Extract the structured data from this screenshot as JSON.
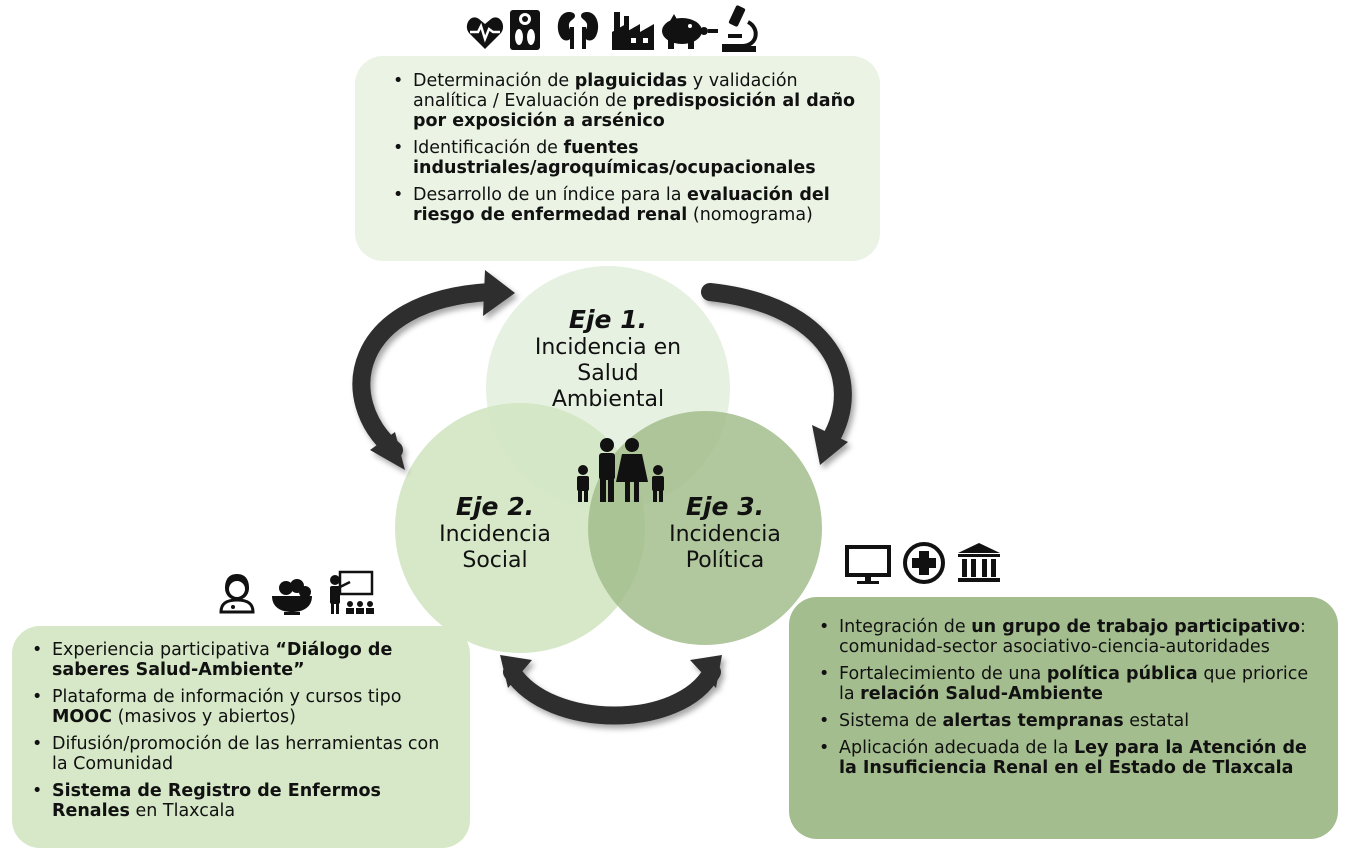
{
  "axes": [
    {
      "title": "Eje 1.",
      "lines": [
        "Incidencia en",
        "Salud",
        "Ambiental"
      ]
    },
    {
      "title": "Eje 2.",
      "lines": [
        "Incidencia",
        "Social"
      ]
    },
    {
      "title": "Eje 3.",
      "lines": [
        "Incidencia",
        "Política"
      ]
    }
  ],
  "top_box": {
    "items": [
      [
        {
          "t": "Determinación de "
        },
        {
          "t": "plaguicidas",
          "b": true
        },
        {
          "t": " y validación analítica / Evaluación de "
        },
        {
          "t": "predisposición al daño por exposición a arsénico",
          "b": true
        }
      ],
      [
        {
          "t": "Identificación de "
        },
        {
          "t": "fuentes industriales/agroquímicas/ocupacionales",
          "b": true
        }
      ],
      [
        {
          "t": "Desarrollo de un índice para la "
        },
        {
          "t": "evaluación del riesgo de enfermedad renal",
          "b": true
        },
        {
          "t": " (nomograma)"
        }
      ]
    ]
  },
  "left_box": {
    "items": [
      [
        {
          "t": "Experiencia participativa "
        },
        {
          "t": "“Diálogo de saberes Salud-Ambiente”",
          "b": true
        }
      ],
      [
        {
          "t": "Plataforma de información y cursos tipo "
        },
        {
          "t": "MOOC",
          "b": true
        },
        {
          "t": " (masivos y abiertos)"
        }
      ],
      [
        {
          "t": "Difusión/promoción de las herramientas con la Comunidad"
        }
      ],
      [
        {
          "t": "Sistema de Registro de Enfermos Renales",
          "b": true
        },
        {
          "t": " en Tlaxcala"
        }
      ]
    ]
  },
  "right_box": {
    "items": [
      [
        {
          "t": "Integración de "
        },
        {
          "t": "un grupo de trabajo participativo",
          "b": true
        },
        {
          "t": ": comunidad-sector asociativo-ciencia-autoridades"
        }
      ],
      [
        {
          "t": "Fortalecimiento de una "
        },
        {
          "t": "política pública",
          "b": true
        },
        {
          "t": " que priorice la "
        },
        {
          "t": "relación Salud-Ambiente",
          "b": true
        }
      ],
      [
        {
          "t": "Sistema de "
        },
        {
          "t": "alertas tempranas",
          "b": true
        },
        {
          "t": " estatal"
        }
      ],
      [
        {
          "t": "Aplicación adecuada de la "
        },
        {
          "t": "Ley para la Atención de la Insuficiencia Renal en el Estado de Tlaxcala",
          "b": true
        }
      ]
    ]
  },
  "icons": {
    "top": [
      "heart-pulse-icon",
      "foot-scan-icon",
      "kidneys-icon",
      "factory-icon",
      "piggy-bank-icon",
      "microscope-icon"
    ],
    "left": [
      "doctor-icon",
      "fruit-bowl-icon",
      "teacher-class-icon"
    ],
    "right": [
      "monitor-icon",
      "medical-cross-icon",
      "government-building-icon"
    ],
    "center": "family-icon"
  },
  "colors": {
    "circle_1": "#e6f0df",
    "circle_2": "#d2e5c2",
    "circle_3": "#a3bd8c",
    "top_box": "#eaf3e4",
    "left_box": "#d6e8c7",
    "right_box": "#a4bd8f",
    "arrow": "#2e2e2e",
    "icon": "#111111"
  }
}
